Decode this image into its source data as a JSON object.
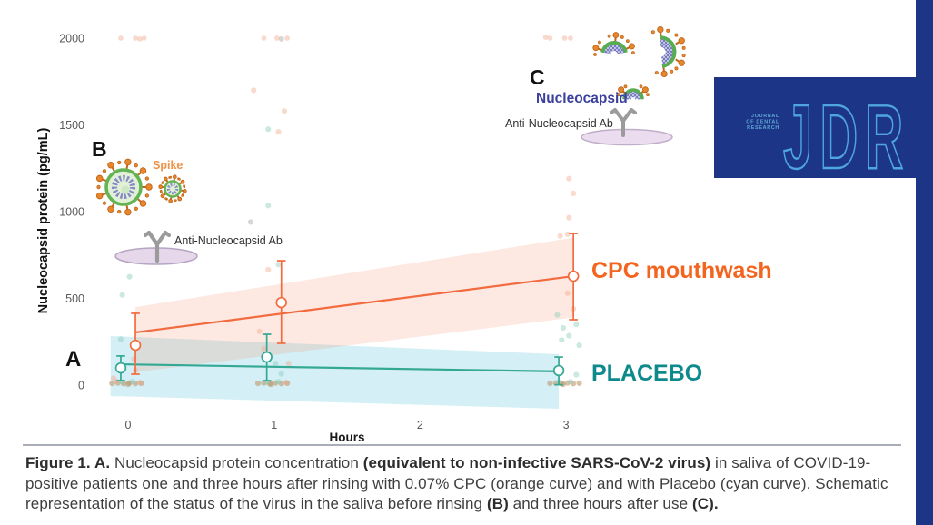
{
  "figure": {
    "panels": {
      "a": "A",
      "b": "B",
      "c": "C"
    },
    "illustration_b": {
      "spike_label": "Spike",
      "antibody_label": "Anti-Nucleocapsid Ab"
    },
    "illustration_c": {
      "nucleocapsid_label": "Nucleocapsid",
      "antibody_label": "Anti-Nucleocapsid Ab"
    },
    "colors": {
      "cpc_orange": "#f26b3e",
      "cpc_label_orange": "#f3641e",
      "placebo_teal": "#33a893",
      "placebo_label_teal": "#0e8a8d",
      "cpc_band": "rgba(245,135,95,0.18)",
      "placebo_band": "rgba(125,205,228,0.32)",
      "logo_navy": "#1c3586",
      "logo_letters_blue": "#4fa5de"
    }
  },
  "chart_data": {
    "type": "line",
    "title": "",
    "xlabel": "Hours",
    "ylabel": "Nucleocapsid protein (pg/mL)",
    "x_ticks": [
      0,
      1,
      2,
      3
    ],
    "y_ticks": [
      0,
      500,
      1000,
      1500,
      2000
    ],
    "xlim": [
      -0.3,
      3.3
    ],
    "ylim": [
      0,
      2100
    ],
    "grid": false,
    "legend_position": "right-of-last-point",
    "series": [
      {
        "name": "PLACEBO",
        "color": "#33a893",
        "band_color": "rgba(125,205,228,0.32)",
        "dodge": -0.05,
        "x": [
          0,
          1,
          3
        ],
        "means": [
          99,
          162,
          84
        ],
        "ci_low": [
          26,
          26,
          2
        ],
        "ci_high": [
          168,
          293,
          162
        ],
        "trend": {
          "x": [
            -0.05,
            2.95
          ],
          "y": [
            120,
            79
          ]
        },
        "band": {
          "x": [
            -0.12,
            2.95
          ],
          "upper": [
            283,
            178
          ],
          "lower": [
            -63,
            -136
          ]
        }
      },
      {
        "name": "CPC mouthwash",
        "color": "#f26b3e",
        "band_color": "rgba(245,135,95,0.18)",
        "dodge": 0.05,
        "x": [
          0,
          1,
          3
        ],
        "means": [
          230,
          476,
          628
        ],
        "ci_low": [
          63,
          241,
          377
        ],
        "ci_high": [
          414,
          717,
          874
        ],
        "trend": {
          "x": [
            0.05,
            3.05
          ],
          "y": [
            304,
            628
          ]
        },
        "band": {
          "x": [
            0.05,
            3.05
          ],
          "upper": [
            450,
            850
          ],
          "lower": [
            75,
            390
          ]
        }
      }
    ],
    "jitter_points": [
      {
        "h": -0.05,
        "v": 2000,
        "c": "o"
      },
      {
        "h": 0.05,
        "v": 2000,
        "c": "o"
      },
      {
        "h": 0.08,
        "v": 1995,
        "c": "o"
      },
      {
        "h": 0.11,
        "v": 2000,
        "c": "o"
      },
      {
        "h": 0.93,
        "v": 2000,
        "c": "o"
      },
      {
        "h": 1.02,
        "v": 2000,
        "c": "o"
      },
      {
        "h": 1.05,
        "v": 1995,
        "c": "k"
      },
      {
        "h": 1.09,
        "v": 2000,
        "c": "o"
      },
      {
        "h": 2.86,
        "v": 2005,
        "c": "o"
      },
      {
        "h": 2.89,
        "v": 2000,
        "c": "o"
      },
      {
        "h": 2.99,
        "v": 2000,
        "c": "o"
      },
      {
        "h": 3.03,
        "v": 2000,
        "c": "o"
      },
      {
        "h": 0.86,
        "v": 1700,
        "c": "o"
      },
      {
        "h": 1.07,
        "v": 1580,
        "c": "o"
      },
      {
        "h": 0.96,
        "v": 1475,
        "c": "t"
      },
      {
        "h": 1.03,
        "v": 1460,
        "c": "o"
      },
      {
        "h": 0.96,
        "v": 1035,
        "c": "t"
      },
      {
        "h": 0.84,
        "v": 940,
        "c": "k"
      },
      {
        "h": 1.03,
        "v": 695,
        "c": "t"
      },
      {
        "h": 0.96,
        "v": 665,
        "c": "o"
      },
      {
        "h": 0.01,
        "v": 625,
        "c": "t"
      },
      {
        "h": -0.04,
        "v": 520,
        "c": "t"
      },
      {
        "h": -0.05,
        "v": 265,
        "c": "t"
      },
      {
        "h": -0.1,
        "v": 40,
        "c": "o"
      },
      {
        "h": 0.04,
        "v": 150,
        "c": "o"
      },
      {
        "h": 0.05,
        "v": 85,
        "c": "o"
      },
      {
        "h": 0.9,
        "v": 310,
        "c": "o"
      },
      {
        "h": 0.93,
        "v": 210,
        "c": "o"
      },
      {
        "h": 1.1,
        "v": 125,
        "c": "o"
      },
      {
        "h": 1.01,
        "v": 125,
        "c": "t"
      },
      {
        "h": 1.05,
        "v": 65,
        "c": "t"
      },
      {
        "h": 3.02,
        "v": 1190,
        "c": "o"
      },
      {
        "h": 3.05,
        "v": 1105,
        "c": "o"
      },
      {
        "h": 3.02,
        "v": 965,
        "c": "o"
      },
      {
        "h": 2.96,
        "v": 860,
        "c": "o"
      },
      {
        "h": 3.01,
        "v": 870,
        "c": "o"
      },
      {
        "h": 3.01,
        "v": 530,
        "c": "o"
      },
      {
        "h": 3.05,
        "v": 440,
        "c": "o"
      },
      {
        "h": 2.94,
        "v": 405,
        "c": "t"
      },
      {
        "h": 2.97,
        "v": 260,
        "c": "t"
      },
      {
        "h": 3.02,
        "v": 285,
        "c": "t"
      },
      {
        "h": 3.09,
        "v": 230,
        "c": "t"
      },
      {
        "h": 2.98,
        "v": 330,
        "c": "t"
      },
      {
        "h": 3.07,
        "v": 350,
        "c": "t"
      },
      {
        "h": -0.11,
        "v": 10,
        "c": "n"
      },
      {
        "h": -0.07,
        "v": 12,
        "c": "n"
      },
      {
        "h": -0.03,
        "v": 8,
        "c": "n"
      },
      {
        "h": 0.01,
        "v": 12,
        "c": "n"
      },
      {
        "h": 0.05,
        "v": 9,
        "c": "n"
      },
      {
        "h": 0.09,
        "v": 11,
        "c": "n"
      },
      {
        "h": 0.0,
        "v": 5,
        "c": "n"
      },
      {
        "h": -0.04,
        "v": 18,
        "c": "t"
      },
      {
        "h": 0.03,
        "v": 20,
        "c": "t"
      },
      {
        "h": 0.08,
        "v": 15,
        "c": "o"
      },
      {
        "h": -0.08,
        "v": 22,
        "c": "o"
      },
      {
        "h": 0.89,
        "v": 10,
        "c": "n"
      },
      {
        "h": 0.93,
        "v": 12,
        "c": "n"
      },
      {
        "h": 0.97,
        "v": 8,
        "c": "n"
      },
      {
        "h": 1.01,
        "v": 12,
        "c": "n"
      },
      {
        "h": 1.05,
        "v": 9,
        "c": "n"
      },
      {
        "h": 1.09,
        "v": 11,
        "c": "n"
      },
      {
        "h": 0.98,
        "v": 5,
        "c": "n"
      },
      {
        "h": 0.95,
        "v": 18,
        "c": "t"
      },
      {
        "h": 1.03,
        "v": 20,
        "c": "t"
      },
      {
        "h": 1.08,
        "v": 15,
        "c": "o"
      },
      {
        "h": 2.89,
        "v": 10,
        "c": "n"
      },
      {
        "h": 2.93,
        "v": 12,
        "c": "n"
      },
      {
        "h": 2.97,
        "v": 8,
        "c": "n"
      },
      {
        "h": 3.01,
        "v": 12,
        "c": "n"
      },
      {
        "h": 3.05,
        "v": 9,
        "c": "n"
      },
      {
        "h": 3.09,
        "v": 11,
        "c": "n"
      },
      {
        "h": 2.98,
        "v": 5,
        "c": "n"
      },
      {
        "h": 2.95,
        "v": 18,
        "c": "t"
      },
      {
        "h": 3.03,
        "v": 20,
        "c": "t"
      },
      {
        "h": 3.07,
        "v": 60,
        "c": "t"
      }
    ]
  },
  "logo": {
    "acronym": "JDR",
    "lines": [
      "JOURNAL",
      "OF DENTAL",
      "RESEARCH"
    ]
  },
  "caption": {
    "segments": [
      {
        "text": "Figure 1. A. ",
        "bold": true
      },
      {
        "text": "Nucleocapsid protein concentration ",
        "bold": false
      },
      {
        "text": "(equivalent to non-infective SARS-CoV-2 virus)",
        "bold": true
      },
      {
        "text": " in saliva of COVID-19-positive patients one and three hours after rinsing with 0.07% CPC (orange curve) and with Placebo (cyan curve). Schematic representation of the status of the virus in the saliva before rinsing ",
        "bold": false
      },
      {
        "text": "(B)",
        "bold": true
      },
      {
        "text": " and three hours after use ",
        "bold": false
      },
      {
        "text": "(C).",
        "bold": true
      }
    ]
  }
}
